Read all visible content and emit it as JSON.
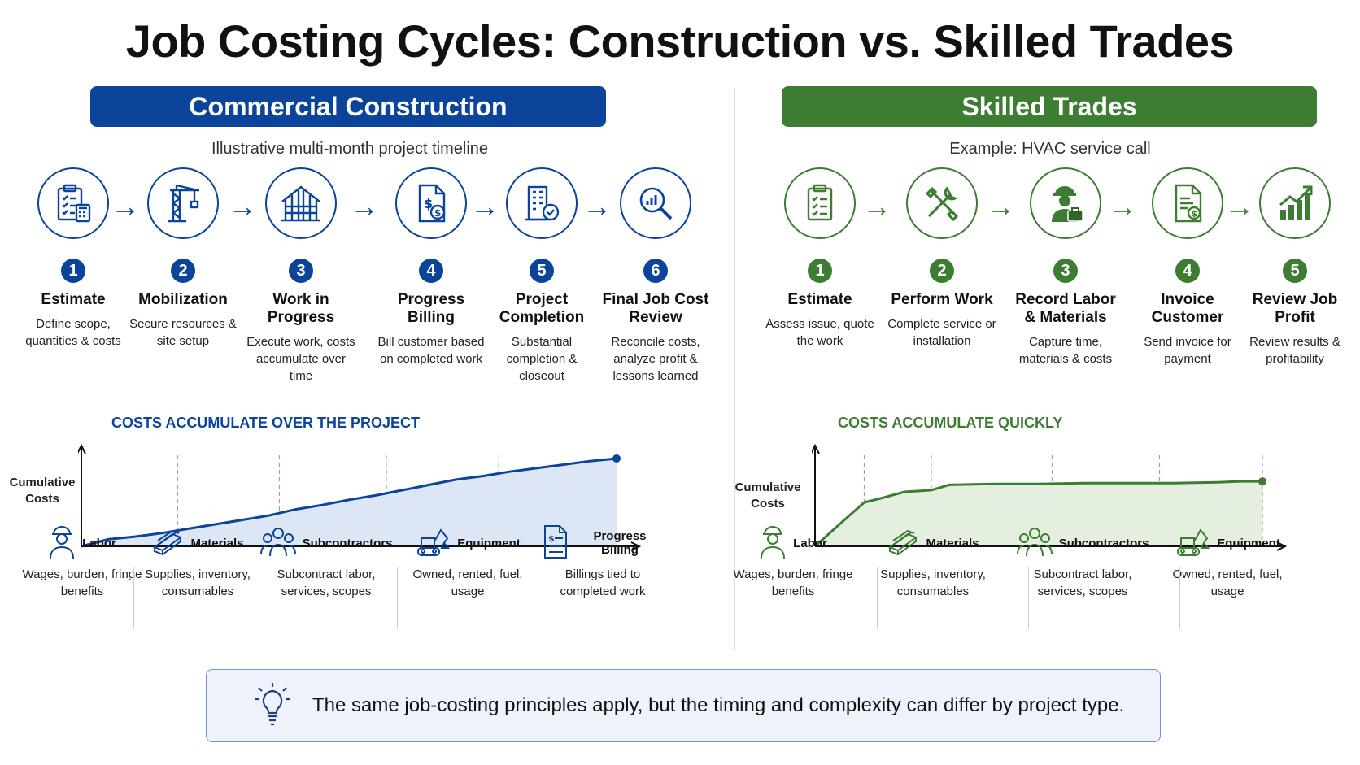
{
  "title": "Job Costing Cycles: Construction vs. Skilled Trades",
  "left": {
    "banner": "Commercial Construction",
    "subtitle": "Illustrative multi-month project timeline",
    "accent": "#0b449a",
    "steps": [
      {
        "num": "1",
        "title": "Estimate",
        "desc": "Define scope, quantities & costs",
        "icon": "clipboard-calculator-icon"
      },
      {
        "num": "2",
        "title": "Mobilization",
        "desc": "Secure resources & site setup",
        "icon": "crane-icon"
      },
      {
        "num": "3",
        "title": "Work in Progress",
        "desc": "Execute work, costs accumulate over time",
        "icon": "building-frame-icon"
      },
      {
        "num": "4",
        "title": "Progress Billing",
        "desc": "Bill customer based on completed work",
        "icon": "invoice-dollar-icon"
      },
      {
        "num": "5",
        "title": "Project Completion",
        "desc": "Substantial completion & closeout",
        "icon": "building-check-icon"
      },
      {
        "num": "6",
        "title": "Final Job Cost Review",
        "desc": "Reconcile costs, analyze profit & lessons learned",
        "icon": "magnifier-chart-icon"
      }
    ],
    "chart_label": "COSTS ACCUMULATE OVER THE PROJECT",
    "ylabel": "Cumulative Costs",
    "costs": [
      {
        "name": "Labor",
        "desc": "Wages, burden, fringe benefits",
        "icon": "worker-icon"
      },
      {
        "name": "Materials",
        "desc": "Supplies, inventory, consumables",
        "icon": "lumber-icon"
      },
      {
        "name": "Subcontractors",
        "desc": "Subcontract labor, services, scopes",
        "icon": "people-group-icon"
      },
      {
        "name": "Equipment",
        "desc": "Owned, rented, fuel, usage",
        "icon": "excavator-icon"
      },
      {
        "name": "Progress Billing",
        "desc": "Billings tied to completed work",
        "icon": "billing-document-icon"
      }
    ]
  },
  "right": {
    "banner": "Skilled Trades",
    "subtitle": "Example: HVAC service call",
    "accent": "#3c7d32",
    "steps": [
      {
        "num": "1",
        "title": "Estimate",
        "desc": "Assess issue, quote the work",
        "icon": "clipboard-icon"
      },
      {
        "num": "2",
        "title": "Perform Work",
        "desc": "Complete service or installation",
        "icon": "tools-icon"
      },
      {
        "num": "3",
        "title": "Record Labor & Materials",
        "desc": "Capture time, materials & costs",
        "icon": "technician-icon"
      },
      {
        "num": "4",
        "title": "Invoice Customer",
        "desc": "Send invoice for payment",
        "icon": "invoice-icon"
      },
      {
        "num": "5",
        "title": "Review Job Profit",
        "desc": "Review results & profitability",
        "icon": "growth-chart-icon"
      }
    ],
    "chart_label": "COSTS ACCUMULATE QUICKLY",
    "ylabel": "Cumulative Costs",
    "costs": [
      {
        "name": "Labor",
        "desc": "Wages, burden, fringe benefits",
        "icon": "worker-icon"
      },
      {
        "name": "Materials",
        "desc": "Supplies, inventory, consumables",
        "icon": "lumber-icon"
      },
      {
        "name": "Subcontractors",
        "desc": "Subcontract labor, services, scopes",
        "icon": "people-group-icon"
      },
      {
        "name": "Equipment",
        "desc": "Owned, rented, fuel, usage",
        "icon": "excavator-icon"
      }
    ]
  },
  "note": {
    "text": "The same job-costing principles apply, but the timing and complexity can differ by project type.",
    "icon": "lightbulb-icon"
  },
  "chart_data": [
    {
      "type": "area",
      "title": "COSTS ACCUMULATE OVER THE PROJECT",
      "ylabel": "Cumulative Costs",
      "xlabel": "",
      "x": [
        0,
        0.05,
        0.1,
        0.15,
        0.2,
        0.25,
        0.3,
        0.35,
        0.4,
        0.45,
        0.5,
        0.55,
        0.6,
        0.65,
        0.7,
        0.75,
        0.8,
        0.85,
        0.9,
        0.95,
        1.0
      ],
      "values": [
        0,
        0.08,
        0.11,
        0.15,
        0.2,
        0.25,
        0.3,
        0.35,
        0.42,
        0.47,
        0.53,
        0.58,
        0.64,
        0.7,
        0.76,
        0.8,
        0.85,
        0.89,
        0.93,
        0.97,
        1.0
      ],
      "xlim": [
        0,
        1
      ],
      "ylim": [
        0,
        1
      ],
      "color": "#0b449a",
      "fill": "#dde6f5",
      "grid": false,
      "phase_lines": [
        0.18,
        0.37,
        0.57,
        0.78,
        1.0
      ]
    },
    {
      "type": "area",
      "title": "COSTS ACCUMULATE QUICKLY",
      "ylabel": "Cumulative Costs",
      "xlabel": "",
      "x": [
        0,
        0.05,
        0.11,
        0.15,
        0.2,
        0.26,
        0.3,
        0.4,
        0.5,
        0.6,
        0.7,
        0.8,
        0.9,
        0.95,
        1.0
      ],
      "values": [
        0,
        0.23,
        0.5,
        0.55,
        0.62,
        0.64,
        0.7,
        0.71,
        0.71,
        0.72,
        0.72,
        0.72,
        0.73,
        0.74,
        0.74
      ],
      "xlim": [
        0,
        1
      ],
      "ylim": [
        0,
        1
      ],
      "color": "#3c7d32",
      "fill": "#e5efe0",
      "grid": false,
      "phase_lines": [
        0.11,
        0.26,
        0.53,
        0.77,
        1.0
      ]
    }
  ]
}
